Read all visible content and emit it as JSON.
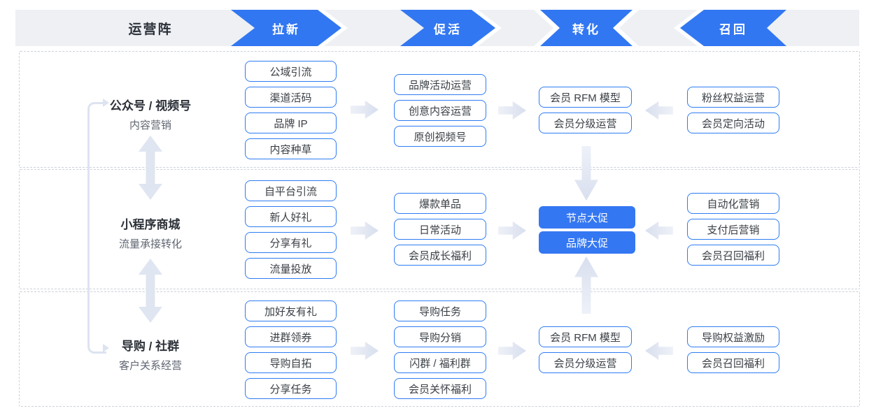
{
  "header": {
    "matrix_label": "运营阵",
    "stages": [
      {
        "label": "拉新",
        "direction": "right"
      },
      {
        "label": "促活",
        "direction": "right"
      },
      {
        "label": "转化",
        "direction": "both"
      },
      {
        "label": "召回",
        "direction": "left"
      }
    ]
  },
  "rows": [
    {
      "title": "公众号 / 视频号",
      "subtitle": "内容营销",
      "acquisition": [
        "公域引流",
        "渠道活码",
        "品牌 IP",
        "内容种草"
      ],
      "activation": [
        "品牌活动运营",
        "创意内容运营",
        "原创视频号"
      ],
      "conversion": [
        "会员 RFM 模型",
        "会员分级运营"
      ],
      "recall": [
        "粉丝权益运营",
        "会员定向活动"
      ]
    },
    {
      "title": "小程序商城",
      "subtitle": "流量承接转化",
      "acquisition": [
        "自平台引流",
        "新人好礼",
        "分享有礼",
        "流量投放"
      ],
      "activation": [
        "爆款单品",
        "日常活动",
        "会员成长福利"
      ],
      "conversion": [
        "节点大促",
        "品牌大促"
      ],
      "recall": [
        "自动化营销",
        "支付后营销",
        "会员召回福利"
      ]
    },
    {
      "title": "导购 / 社群",
      "subtitle": "客户关系经营",
      "acquisition": [
        "加好友有礼",
        "进群领券",
        "导购自拓",
        "分享任务"
      ],
      "activation": [
        "导购任务",
        "导购分销",
        "闪群 / 福利群",
        "会员关怀福利"
      ],
      "conversion": [
        "会员 RFM 模型",
        "会员分级运营"
      ],
      "recall": [
        "导购权益激励",
        "会员召回福利"
      ]
    }
  ],
  "colors": {
    "accent_blue": "#3277F2",
    "box_border_blue": "#2E7CF2",
    "header_bar_bg": "#EEF0F4",
    "light_arrow": "#DDE3F0",
    "dashed_border": "#CCD1DA",
    "title_text": "#2C3038",
    "box_text": "#3B4046"
  }
}
